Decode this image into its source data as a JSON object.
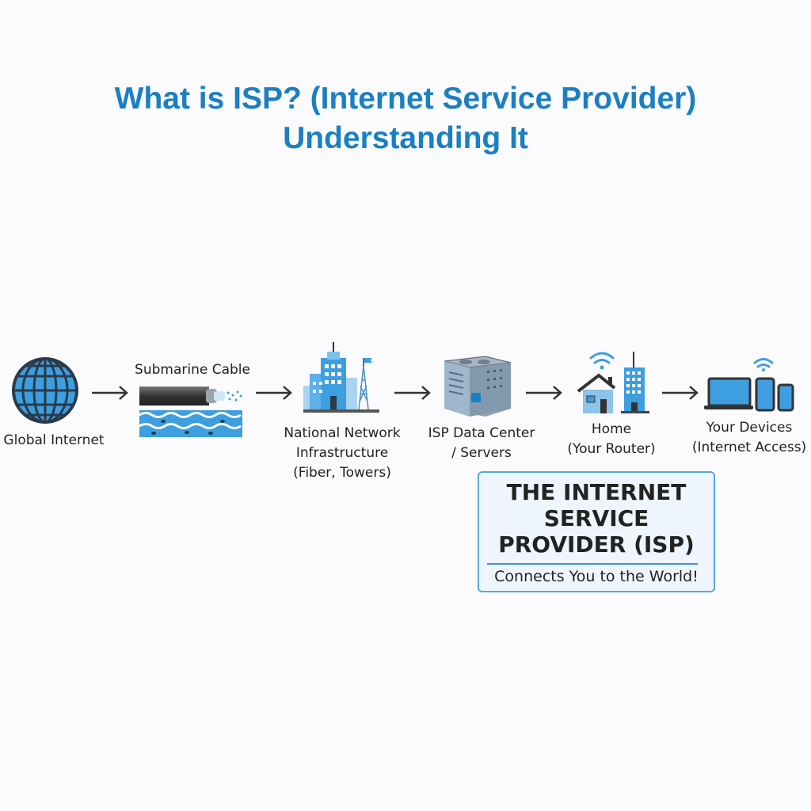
{
  "title": {
    "line1": "What is ISP? (Internet Service Provider)",
    "line2": "Understanding It"
  },
  "steps": [
    {
      "icon": "globe-icon",
      "lines": [
        "Global Internet"
      ]
    },
    {
      "icon": "submarine-cable-icon",
      "lines": [
        "Submarine Cable"
      ]
    },
    {
      "icon": "city-tower-icon",
      "lines": [
        "National Network",
        "Infrastructure",
        "(Fiber, Towers)"
      ]
    },
    {
      "icon": "data-center-icon",
      "lines": [
        "ISP Data Center",
        "/ Servers"
      ]
    },
    {
      "icon": "home-router-icon",
      "lines": [
        "Home",
        "(Your Router)"
      ]
    },
    {
      "icon": "devices-icon",
      "lines": [
        "Your Devices",
        "(Internet Access)"
      ]
    }
  ],
  "callout": {
    "line1": "THE INTERNET",
    "line2": "SERVICE",
    "line3": "PROVIDER (ISP)",
    "subtitle": "Connects You to the World!"
  },
  "colors": {
    "accent": "#1b7fc2",
    "icon_blue": "#3d9ee0",
    "dark": "#333333"
  }
}
